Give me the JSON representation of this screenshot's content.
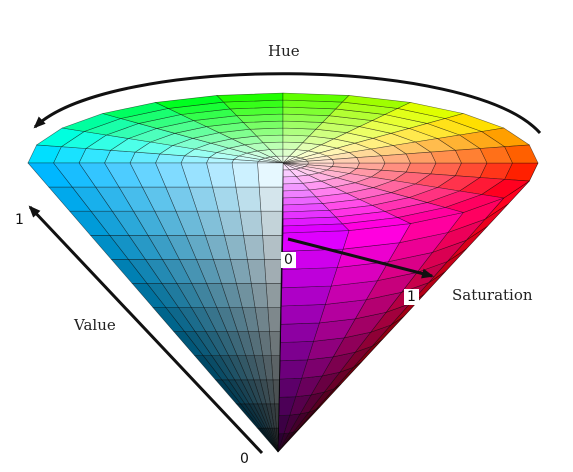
{
  "diagram": {
    "hue_label": "Hue",
    "saturation_label": "Saturation",
    "value_label": "Value",
    "value_axis_top": "1",
    "value_axis_bottom": "0",
    "saturation_axis_start": "0",
    "saturation_axis_end": "1",
    "colors": {
      "arrow": "#111111",
      "background": "#ffffff"
    }
  }
}
